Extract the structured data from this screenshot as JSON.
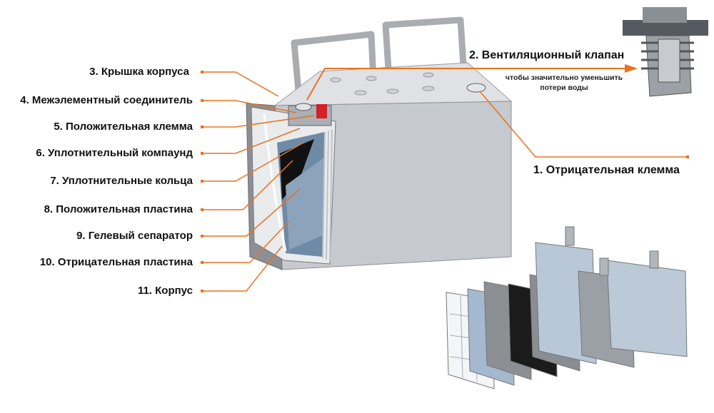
{
  "labels": {
    "l1": "1. Отрицательная клемма",
    "l2": "2. Вентиляционный клапан",
    "l2_note_line1": "чтобы значительно уменьшить",
    "l2_note_line2": "потери воды",
    "l3": "3. Крышка корпуса",
    "l4": "4. Межэлементный соединитель",
    "l5": "5. Положительная клемма",
    "l6": "6. Уплотнительный компаунд",
    "l7": "7. Уплотнительные кольца",
    "l8": "8. Положительная пластина",
    "l9": "9. Гелевый сепаратор",
    "l10": "10. Отрицательная пластина",
    "l11": "11. Корпус"
  },
  "colors": {
    "leader": "#e8731e",
    "body": "#c9ccd0",
    "dark": "#3a3d42",
    "plate": "#7d95ad"
  }
}
